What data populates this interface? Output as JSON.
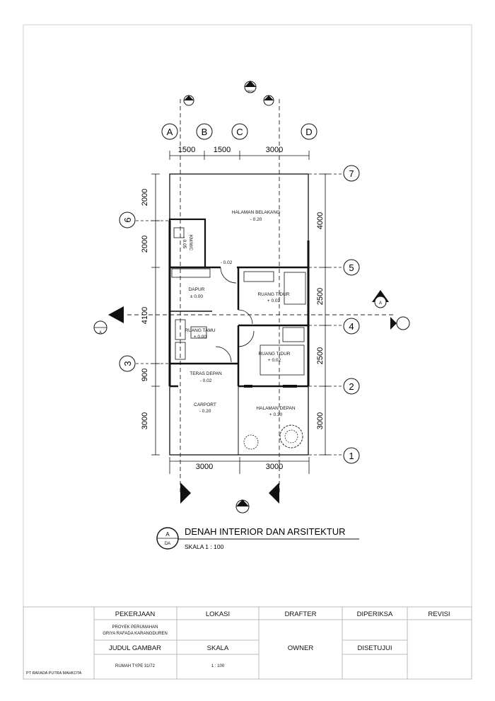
{
  "plan": {
    "grid_cols": [
      "A",
      "B",
      "C",
      "D"
    ],
    "grid_rows": [
      "1",
      "2",
      "3",
      "4",
      "5",
      "6",
      "7"
    ],
    "dims_top": [
      "1500",
      "1500",
      "3000"
    ],
    "dims_bottom": [
      "3000",
      "3000"
    ],
    "dims_left": [
      "2000",
      "2000",
      "4100",
      "900",
      "3000"
    ],
    "dims_right": [
      "4000",
      "2500",
      "2500",
      "3000"
    ],
    "rooms": [
      {
        "name": "HALAMAN BELAKANG",
        "level": "- 0.20"
      },
      {
        "name": "KM/WC",
        "level": "- 0.05"
      },
      {
        "name": "DAPUR",
        "level": "± 0.00"
      },
      {
        "name": "RUANG TIDUR",
        "level": "+ 0.02"
      },
      {
        "name": "RUANG TAMU",
        "level": "± 0.00"
      },
      {
        "name": "RUANG TIDUR",
        "level": "+ 0.02"
      },
      {
        "name": "TERAS DEPAN",
        "level": "- 0.02"
      },
      {
        "name": "CARPORT",
        "level": "- 0.20"
      },
      {
        "name": "HALAMAN DEPAN",
        "level": "+ 0.30"
      }
    ],
    "misc_level": "- 0.02",
    "section_tag_letter": "A",
    "section_tag_sub": "TBGD"
  },
  "drawing": {
    "title": "DENAH INTERIOR DAN ARSITEKTUR",
    "scale": "SKALA 1 : 100",
    "badge_letter": "A",
    "badge_sub": "DA"
  },
  "title_block": {
    "headers": [
      "PEKERJAAN",
      "LOKASI",
      "DRAFTER",
      "DIPERIKSA",
      "REVISI"
    ],
    "project_line1": "PROYEK PERUMAHAN",
    "project_line2": "GRIYA RAFADA KARANGDUREN",
    "judul_label": "JUDUL GAMBAR",
    "skala_label": "SKALA",
    "owner_label": "OWNER",
    "disetujui_label": "DISETUJUI",
    "judul_value": "RUMAH TYPE 31/72",
    "skala_value": "1 : 100",
    "company": "PT RAFADA PUTRA MAHKOTA"
  }
}
